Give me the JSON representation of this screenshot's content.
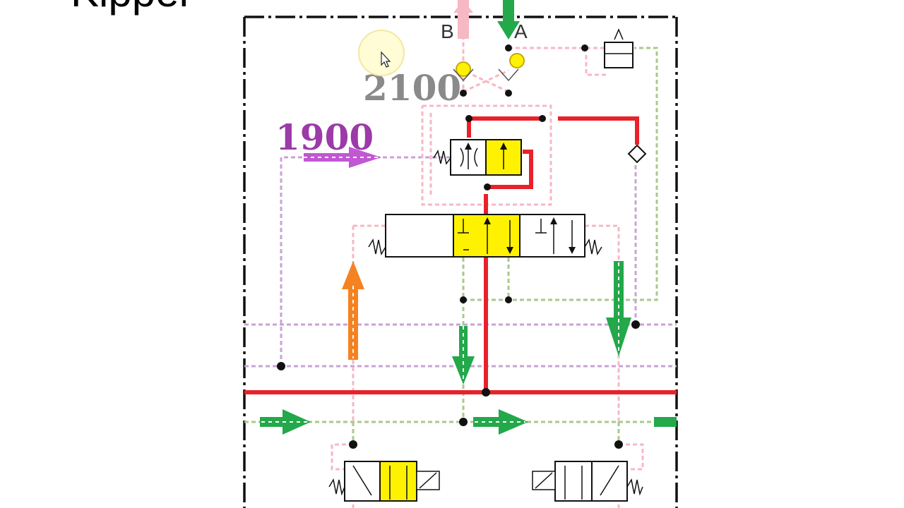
{
  "slide": {
    "title": "Kipper"
  },
  "diagram": {
    "ports": {
      "b": "B",
      "a": "A"
    },
    "pressures": {
      "upper": "2100",
      "lower": "1900"
    },
    "colors": {
      "pressure_line": "#e8212a",
      "pilot_pink": "#f6b8c4",
      "return_green": "#a9c98b",
      "pilot_purple": "#c9a3d4",
      "spool_yellow": "#fff200",
      "flow_green": "#23a84a",
      "flow_orange": "#f58220",
      "flow_magenta": "#c157d3",
      "label_gray": "#8a8a8a",
      "label_purple": "#9b3aa8"
    }
  },
  "cursor": {
    "icon": "mouse-pointer-icon"
  }
}
